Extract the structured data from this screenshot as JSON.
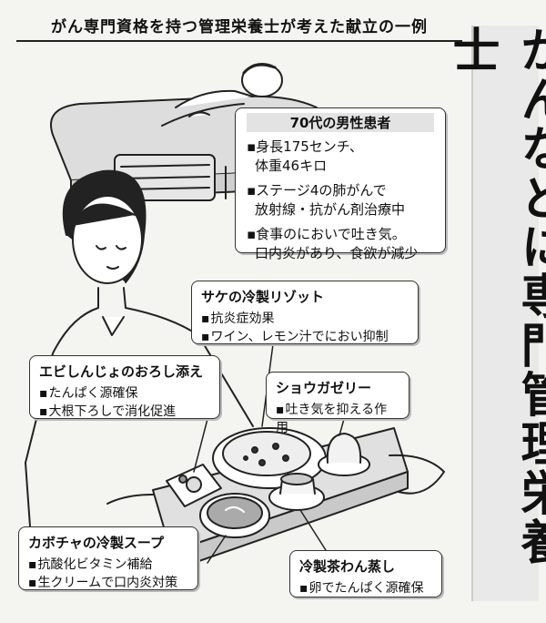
{
  "header": {
    "title": "がん専門資格を持つ管理栄養士が考えた献立の一例"
  },
  "vertical_title": "がんなどに専門管理栄養士",
  "patient": {
    "title": "70代の男性患者",
    "items": [
      {
        "line1": "▪身長175センチ、",
        "line2": "体重46キロ"
      },
      {
        "line1": "▪ステージ4の肺がんで",
        "line2": "放射線・抗がん剤治療中"
      },
      {
        "line1": "▪食事のにおいで吐き気。",
        "line2": "口内炎があり、食欲が減少"
      }
    ]
  },
  "dishes": {
    "salmon": {
      "title": "サケの冷製リゾット",
      "items": [
        "抗炎症効果",
        "ワイン、レモン汁でにおい抑制"
      ]
    },
    "shrimp": {
      "title": "エビしんじょのおろし添え",
      "items": [
        "たんぱく源確保",
        "大根下ろしで消化促進"
      ]
    },
    "jelly": {
      "title": "ショウガゼリー",
      "items": [
        "吐き気を抑える作用"
      ]
    },
    "pumpkin": {
      "title": "カボチャの冷製スープ",
      "items": [
        "抗酸化ビタミン補給",
        "生クリームで口内炎対策"
      ]
    },
    "chawan": {
      "title": "冷製茶わん蒸し",
      "items": [
        "卵でたんぱく源確保"
      ]
    }
  }
}
